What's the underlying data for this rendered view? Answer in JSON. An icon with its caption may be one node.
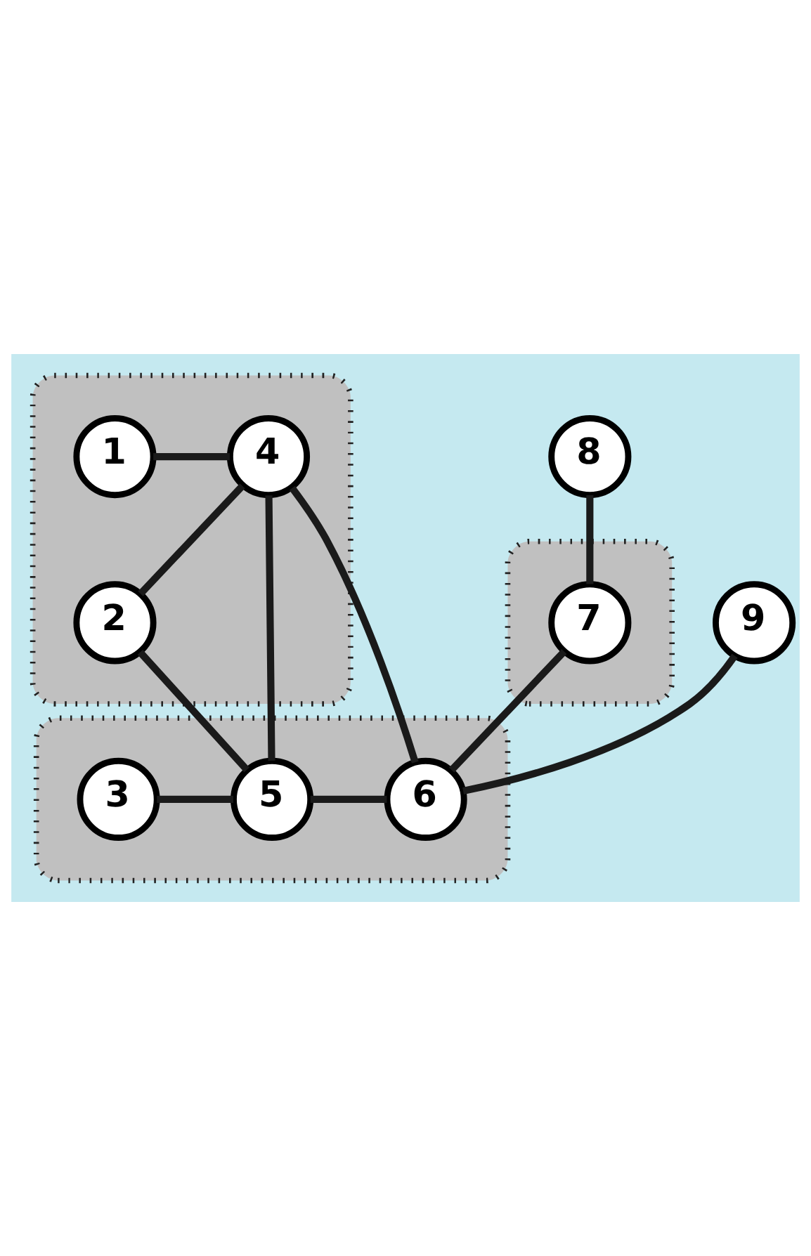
{
  "diagram": {
    "nodes": [
      {
        "text": [],
        "shape": "box"
      },
      {
        "text": [
          "1"
        ],
        "in": 0
      },
      {
        "text": [
          "4"
        ],
        "in": 0
      },
      {
        "text": [
          "2"
        ],
        "in": 0
      },
      {
        "text": [
          "8"
        ]
      },
      {
        "text": [],
        "shape": "box"
      },
      {
        "text": [
          "7"
        ],
        "in": 5
      },
      {
        "text": [
          "9"
        ]
      },
      {
        "text": [],
        "shape": "box"
      },
      {
        "text": [
          "3"
        ],
        "in": 8
      },
      {
        "text": [
          "5"
        ],
        "in": 8
      },
      {
        "text": [
          "6"
        ],
        "in": 8
      }
    ],
    "edges": [
      {
        "from": 1,
        "to": 2,
        "arrow": "none"
      },
      {
        "from": 2,
        "to": 3,
        "arrow": "none"
      },
      {
        "from": 3,
        "to": 10,
        "arrow": "none"
      },
      {
        "from": 2,
        "to": 10,
        "arrow": "none"
      },
      {
        "from": 2,
        "to": 11,
        "arrow": "none"
      },
      {
        "from": 4,
        "to": 6,
        "arrow": "none"
      },
      {
        "from": 6,
        "to": 11,
        "arrow": "none"
      },
      {
        "from": 7,
        "to": 11,
        "arrow": "none"
      },
      {
        "from": 9,
        "to": 10,
        "arrow": "none"
      },
      {
        "from": 10,
        "to": 11,
        "arrow": "none"
      }
    ]
  }
}
